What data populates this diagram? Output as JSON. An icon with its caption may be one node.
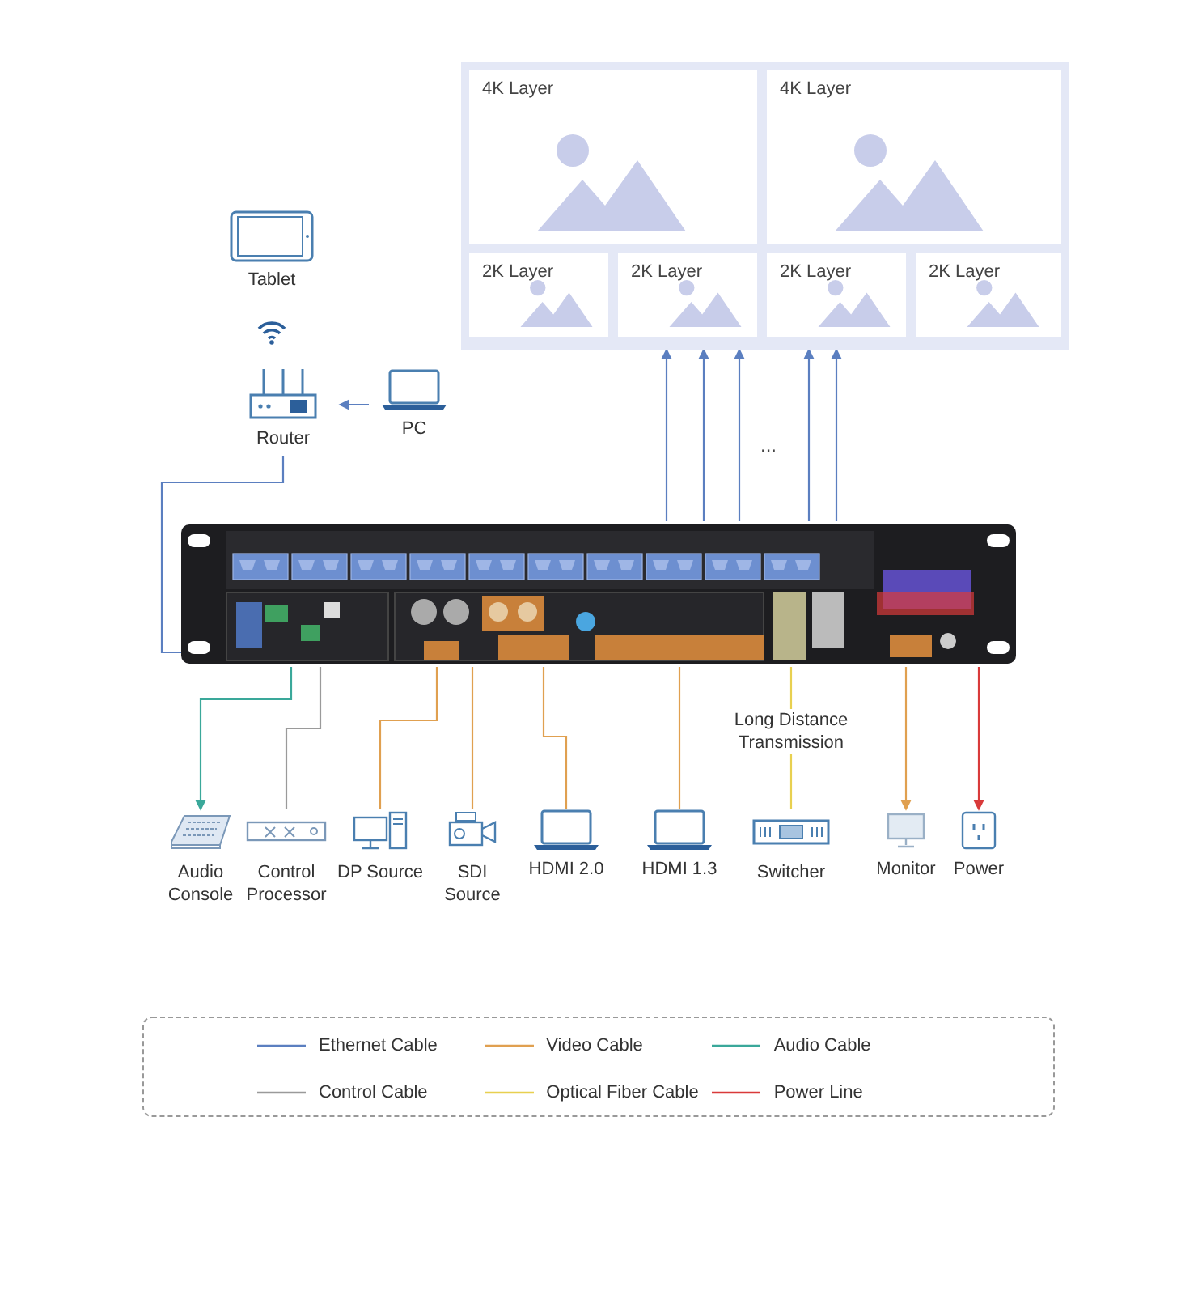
{
  "diagram": {
    "nodes": [
      {
        "text": [],
        "shape": "box"
      },
      {
        "text": [
          "4K Layer"
        ],
        "in": 0
      },
      {
        "text": [
          "4K Layer"
        ],
        "in": 0
      },
      {
        "text": [
          "2K Layer"
        ],
        "in": 0
      },
      {
        "text": [
          "2K Layer"
        ],
        "in": 0
      },
      {
        "text": [
          "2K Layer"
        ],
        "in": 0
      },
      {
        "text": [
          "2K Layer"
        ],
        "in": 0
      },
      {
        "text": [
          "Tablet"
        ]
      },
      {
        "text": [
          "Router"
        ]
      },
      {
        "text": [
          "PC"
        ]
      },
      {
        "text": [],
        "shape": "picture"
      },
      {
        "text": [
          "Audio Console"
        ]
      },
      {
        "text": [
          "Control Processor"
        ]
      },
      {
        "text": [
          "DP Source"
        ]
      },
      {
        "text": [
          "SDI Source"
        ]
      },
      {
        "text": [
          "HDMI 2.0"
        ]
      },
      {
        "text": [
          "HDMI 1.3"
        ]
      },
      {
        "text": [
          "Switcher"
        ]
      },
      {
        "text": [
          "Monitor"
        ]
      },
      {
        "text": [
          "Power"
        ]
      }
    ],
    "edges": [
      {
        "from": 9,
        "to": 8,
        "arrow": "to"
      },
      {
        "from": 8,
        "to": 10,
        "arrow": "none"
      },
      {
        "from": 10,
        "to": 0,
        "arrow": "to"
      },
      {
        "from": 10,
        "to": 0,
        "arrow": "to"
      },
      {
        "from": 10,
        "to": 0,
        "arrow": "to"
      },
      {
        "from": 10,
        "to": 0,
        "arrow": "to"
      },
      {
        "from": 10,
        "to": 0,
        "arrow": "to"
      },
      {
        "from": 10,
        "to": 11,
        "arrow": "to",
        "color": "#3aa89a"
      },
      {
        "from": 10,
        "to": 12,
        "arrow": "none",
        "color": "#9a9a9a"
      },
      {
        "from": 10,
        "to": 13,
        "arrow": "none",
        "color": "#e0a050"
      },
      {
        "from": 10,
        "to": 14,
        "arrow": "none",
        "color": "#e0a050"
      },
      {
        "from": 10,
        "to": 15,
        "arrow": "none",
        "color": "#e0a050"
      },
      {
        "from": 10,
        "to": 16,
        "arrow": "none",
        "color": "#e0a050"
      },
      {
        "from": 10,
        "to": 17,
        "arrow": "none",
        "color": "#e8d050",
        "label": "Long Distance Transmission"
      },
      {
        "from": 10,
        "to": 18,
        "arrow": "to",
        "color": "#e0a050"
      },
      {
        "from": 10,
        "to": 19,
        "arrow": "to",
        "color": "#d93a3a"
      }
    ],
    "labels": [
      "..."
    ],
    "legend": [
      {
        "text": "Ethernet Cable",
        "color": "#5b7fc0"
      },
      {
        "text": "Video Cable",
        "color": "#e0a050"
      },
      {
        "text": "Audio Cable",
        "color": "#3aa89a"
      },
      {
        "text": "Control Cable",
        "color": "#9a9a9a"
      },
      {
        "text": "Optical Fiber Cable",
        "color": "#e8d050"
      },
      {
        "text": "Power Line",
        "color": "#d93a3a"
      }
    ]
  }
}
